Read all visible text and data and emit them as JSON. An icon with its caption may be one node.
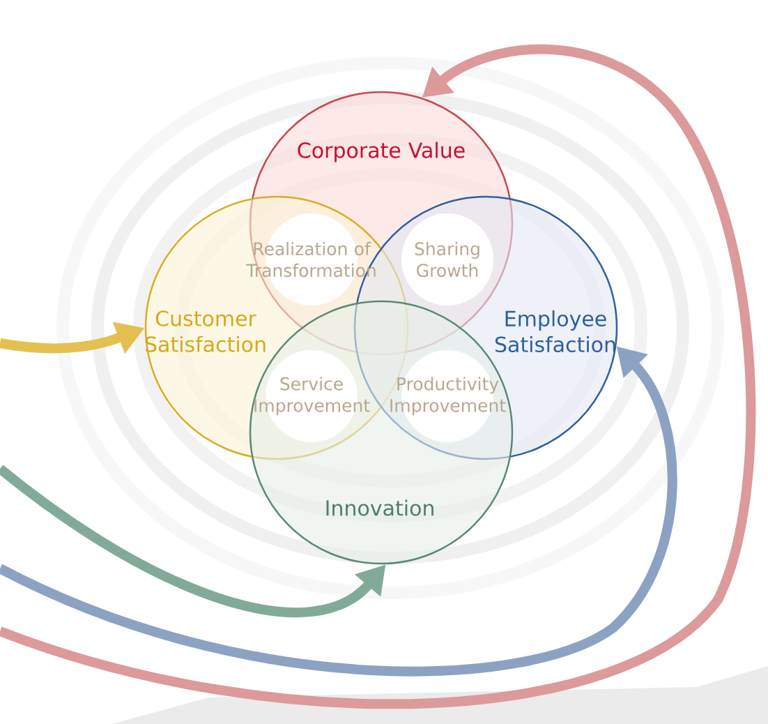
{
  "diagram": {
    "nodes": [
      {
        "text": [
          "Corporate Value"
        ]
      },
      {
        "text": [
          "Customer Satisfaction"
        ]
      },
      {
        "text": [
          "Employee Satisfaction"
        ]
      },
      {
        "text": [
          "Innovation"
        ]
      },
      {
        "text": [
          "Realization of Transformation"
        ]
      },
      {
        "text": [
          "Sharing Growth"
        ]
      },
      {
        "text": [
          "Service Improvement"
        ]
      },
      {
        "text": [
          "Productivity Improvement"
        ]
      }
    ],
    "edges": [
      {
        "from": null,
        "to": 1,
        "arrow": "to",
        "color": "#e3c050"
      },
      {
        "from": null,
        "to": 3,
        "arrow": "to",
        "color": "#82aa98"
      },
      {
        "from": null,
        "to": 2,
        "arrow": "to",
        "color": "#8ca2c2"
      },
      {
        "from": null,
        "to": 0,
        "arrow": "to",
        "color": "#dc9a9a"
      }
    ]
  }
}
